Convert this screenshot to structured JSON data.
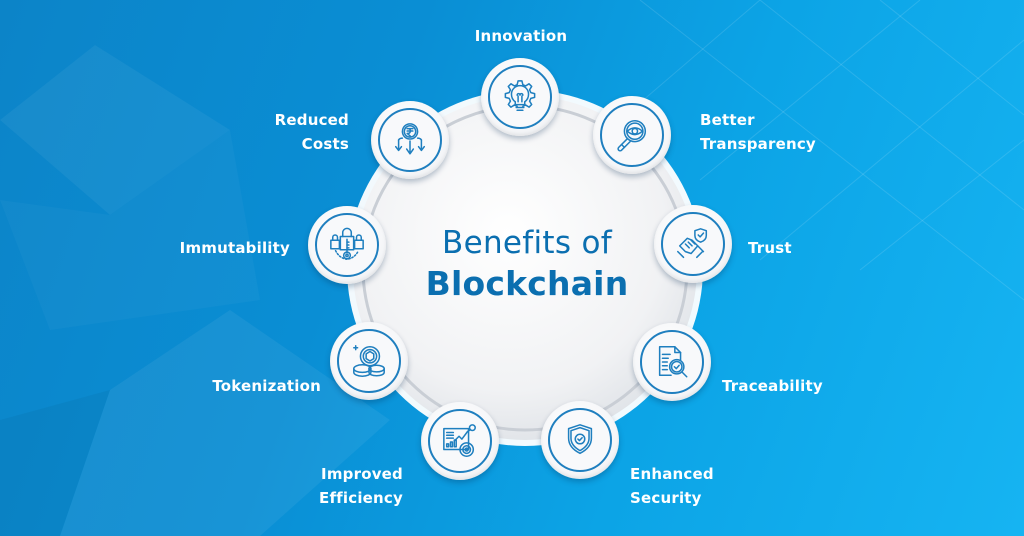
{
  "diagram": {
    "title_line1": "Benefits of",
    "title_line2": "Blockchain",
    "colors": {
      "background_left": "#0c84c8",
      "background_right": "#16b4f2",
      "title": "#0b6fb0",
      "icon_stroke": "#1f7fbf",
      "label_text": "#ffffff",
      "hub_fill": "#f2f3f5"
    },
    "benefits": [
      {
        "id": "innovation",
        "label_lines": [
          "Innovation"
        ],
        "icon": "gear-lightbulb-icon"
      },
      {
        "id": "better-transparency",
        "label_lines": [
          "Better",
          "Transparency"
        ],
        "icon": "magnifier-eye-icon"
      },
      {
        "id": "trust",
        "label_lines": [
          "Trust"
        ],
        "icon": "handshake-shield-icon"
      },
      {
        "id": "traceability",
        "label_lines": [
          "Traceability"
        ],
        "icon": "document-search-check-icon"
      },
      {
        "id": "enhanced-security",
        "label_lines": [
          "Enhanced",
          "Security"
        ],
        "icon": "shield-check-icon"
      },
      {
        "id": "improved-efficiency",
        "label_lines": [
          "Improved",
          "Efficiency"
        ],
        "icon": "dashboard-chart-icon"
      },
      {
        "id": "tokenization",
        "label_lines": [
          "Tokenization"
        ],
        "icon": "coin-stack-icon"
      },
      {
        "id": "immutability",
        "label_lines": [
          "Immutability"
        ],
        "icon": "locks-key-icon"
      },
      {
        "id": "reduced-costs",
        "label_lines": [
          "Reduced",
          "Costs"
        ],
        "icon": "rupee-coin-down-arrows-icon"
      }
    ]
  }
}
